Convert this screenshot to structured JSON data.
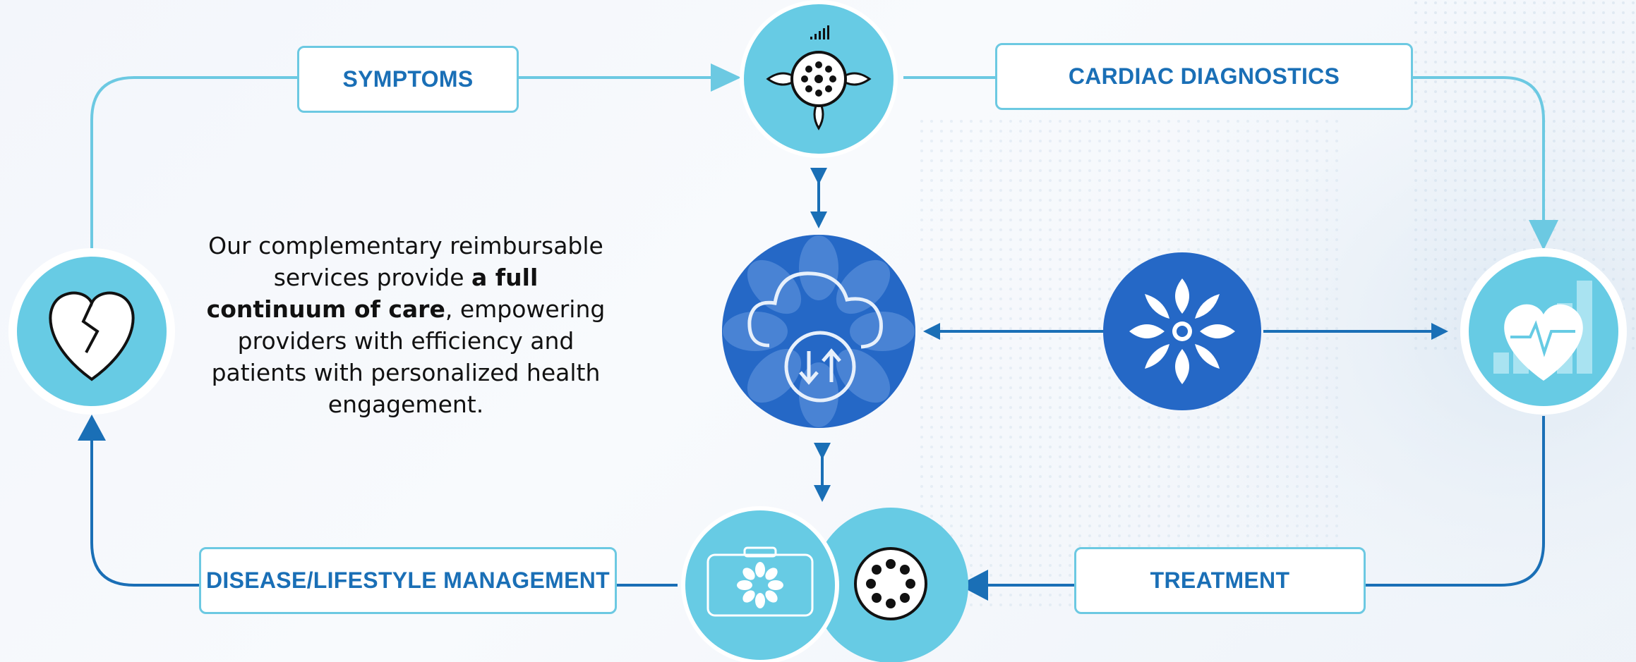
{
  "stages": {
    "symptoms": "SYMPTOMS",
    "cardiac_diagnostics": "CARDIAC DIAGNOSTICS",
    "treatment": "TREATMENT",
    "disease_lifestyle_management": "DISEASE/LIFESTYLE MANAGEMENT"
  },
  "description": {
    "part1": "Our complementary reimbursable services provide ",
    "bold": "a full continuum of care",
    "part2": ", empowering providers with efficiency and patients with personalized health engagement."
  },
  "icons": {
    "symptoms_node": "heart-broken-icon",
    "diagnostics_node": "sensor-device-icon",
    "cardiac_node": "heart-chart-icon",
    "cloud_hub": "cloud-sync-icon",
    "logo_hub": "flower-logo-icon",
    "management_nodes": [
      "medical-kit-icon",
      "device-icon"
    ]
  },
  "colors": {
    "light_blue": "#67cbe4",
    "dark_blue": "#2568c6",
    "line_blue": "#1a6fb6",
    "text_blue": "#1a6fb6"
  }
}
